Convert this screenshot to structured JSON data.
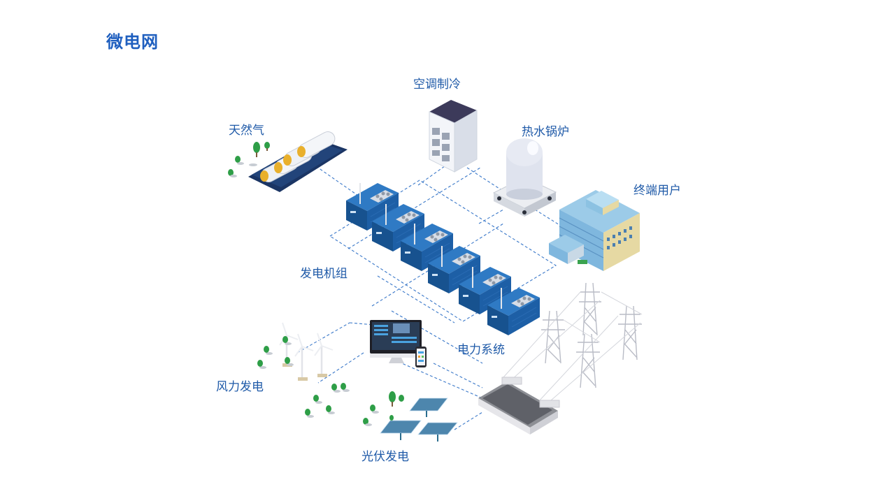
{
  "title": "微电网",
  "labels": {
    "hvac": "空调制冷",
    "natural_gas": "天然气",
    "boiler": "热水锅炉",
    "end_user": "终端用户",
    "generator": "发电机组",
    "power_system": "电力系统",
    "wind": "风力发电",
    "solar": "光伏发电"
  },
  "colors": {
    "title": "#1f5fbf",
    "label": "#1f5aa8",
    "connector": "#3a78c9",
    "generator_body": "#1d5fa6",
    "navy_base": "#1b3564"
  }
}
